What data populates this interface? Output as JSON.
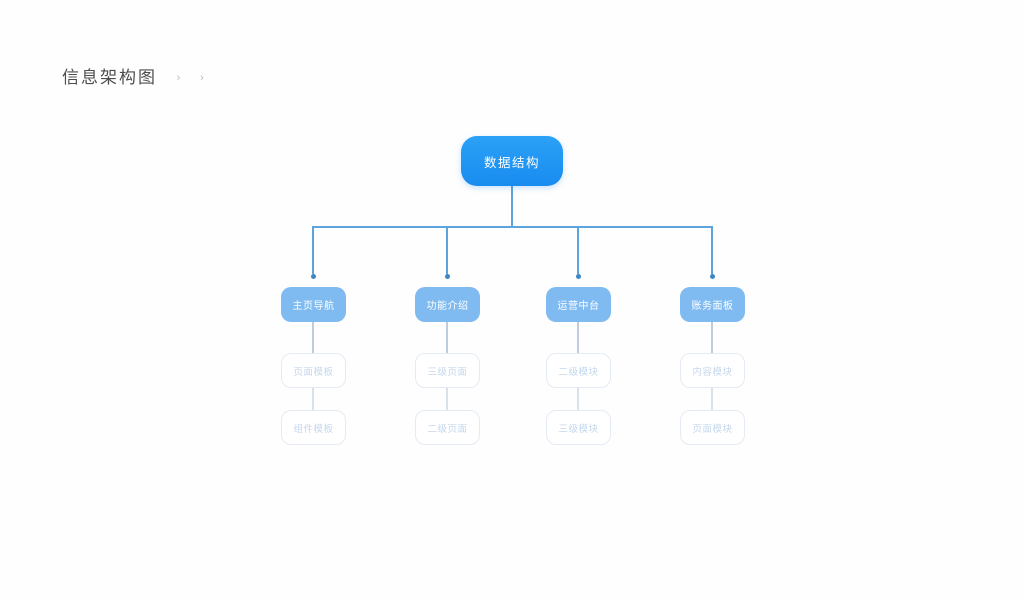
{
  "page": {
    "title": "信息架构图"
  },
  "breadcrumb": {
    "chevron1": "›",
    "chevron2": "›"
  },
  "tree": {
    "root": {
      "label": "数据结构"
    },
    "children": [
      {
        "label": "主页导航",
        "items": [
          "页面模板",
          "组件模板"
        ]
      },
      {
        "label": "功能介绍",
        "items": [
          "三级页面",
          "二级页面"
        ]
      },
      {
        "label": "运营中台",
        "items": [
          "二级模块",
          "三级模块"
        ]
      },
      {
        "label": "账务面板",
        "items": [
          "内容模块",
          "页面模块"
        ]
      }
    ]
  },
  "colors": {
    "root_node": "#1f97f2",
    "child_node": "#7fbbf1",
    "connector": "#5ba4dc",
    "branch_dot": "#3e85c6",
    "leaf_border": "#e5ebf3",
    "leaf_text": "#c4d7ec",
    "title_text": "#4d4d4d"
  }
}
